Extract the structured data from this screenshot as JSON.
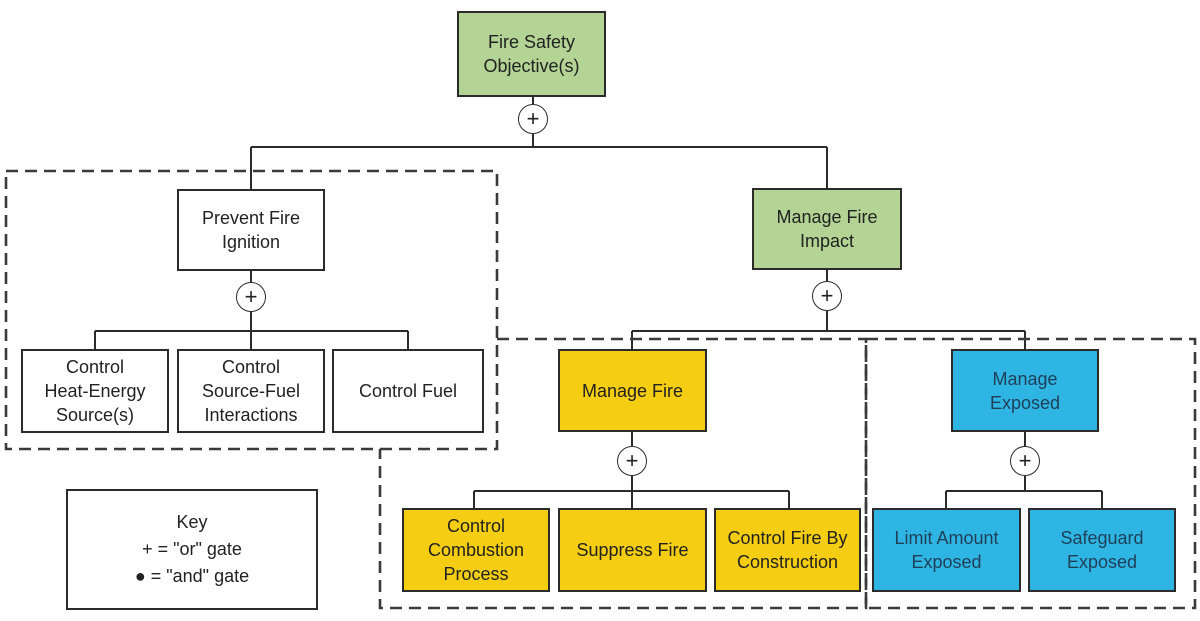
{
  "nodes": {
    "objective": "Fire Safety\nObjective(s)",
    "prevent": "Prevent Fire\nIgnition",
    "manage_impact": "Manage Fire\nImpact",
    "heat_energy": "Control\nHeat-Energy\nSource(s)",
    "source_fuel": "Control\nSource-Fuel\nInteractions",
    "control_fuel": "Control Fuel",
    "manage_fire": "Manage Fire",
    "manage_exposed": "Manage\nExposed",
    "combustion": "Control\nCombustion\nProcess",
    "suppress": "Suppress Fire",
    "construction": "Control Fire By\nConstruction",
    "limit_amount": "Limit Amount\nExposed",
    "safeguard": "Safeguard\nExposed"
  },
  "gate_symbol": "+",
  "key": {
    "title": "Key",
    "or_line": "+ = \"or\" gate",
    "and_line": "● = \"and\" gate"
  }
}
